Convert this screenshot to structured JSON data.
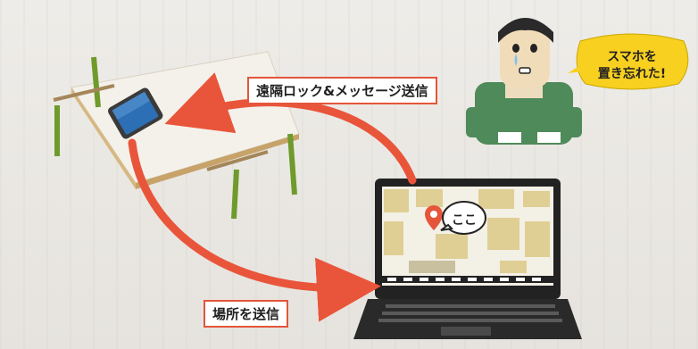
{
  "labels": {
    "remote": "遠隔ロック&メッセージ送信",
    "location": "場所を送信"
  },
  "speech": {
    "person_line1": "スマホを",
    "person_line2": "置き忘れた!",
    "map_pin": "ここ"
  },
  "colors": {
    "arrow": "#e9553a",
    "table_top": "#f4f1ea",
    "table_legs": "#6f9a2c",
    "shirt": "#4f8a5a",
    "bubble": "#f7d020",
    "map_bg": "#f3f0e6",
    "map_block": "#dfcf94",
    "pin": "#e4553a",
    "laptop_body": "#222222"
  },
  "icons": {
    "pin": "map-pin-icon"
  }
}
